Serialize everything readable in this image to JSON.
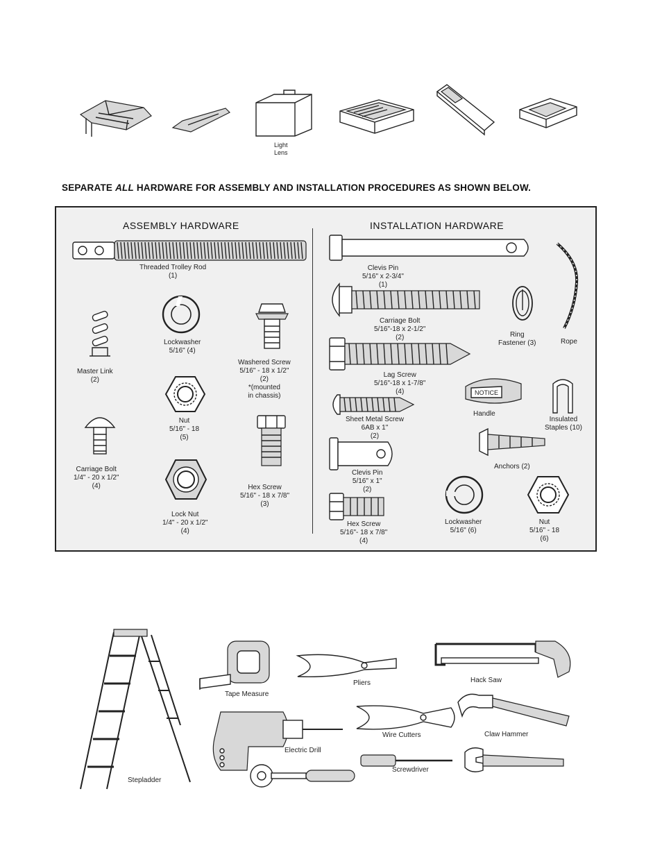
{
  "top_parts": {
    "light_lens": [
      "Light",
      "Lens"
    ]
  },
  "separate_heading": {
    "prefix": "SEPARATE ",
    "emph": "ALL",
    "suffix": " HARDWARE FOR ASSEMBLY AND INSTALLATION PROCEDURES AS SHOWN BELOW."
  },
  "assembly": {
    "title": "ASSEMBLY HARDWARE",
    "trolley_rod": [
      "Threaded Trolley Rod",
      "(1)"
    ],
    "master_link": [
      "Master Link",
      "(2)"
    ],
    "lockwasher": [
      "Lockwasher",
      "5/16\" (4)"
    ],
    "washered_screw": [
      "Washered Screw",
      "5/16\" - 18 x 1/2\"",
      "(2)",
      "*(mounted",
      "in chassis)"
    ],
    "nut": [
      "Nut",
      "5/16\" - 18",
      "(5)"
    ],
    "carriage_bolt": [
      "Carriage Bolt",
      "1/4\" - 20 x 1/2\"",
      "(4)"
    ],
    "hex_screw": [
      "Hex Screw",
      "5/16\" - 18 x 7/8\"",
      "(3)"
    ],
    "lock_nut": [
      "Lock Nut",
      "1/4\" - 20 x 1/2\"",
      "(4)"
    ]
  },
  "installation": {
    "title": "INSTALLATION HARDWARE",
    "clevis_pin_long": [
      "Clevis Pin",
      "5/16\" x 2-3/4\"",
      "(1)"
    ],
    "carriage_bolt": [
      "Carriage Bolt",
      "5/16\"-18 x 2-1/2\"",
      "(2)"
    ],
    "ring_fastener": [
      "Ring",
      "Fastener (3)"
    ],
    "rope": [
      "Rope"
    ],
    "lag_screw": [
      "Lag Screw",
      "5/16\"-18 x 1-7/8\"",
      "(4)"
    ],
    "handle": [
      "Handle"
    ],
    "handle_notice": "NOTICE",
    "insulated_staples": [
      "Insulated",
      "Staples (10)"
    ],
    "sheet_metal_screw": [
      "Sheet Metal Screw",
      "6AB x 1\"",
      "(2)"
    ],
    "anchors": [
      "Anchors (2)"
    ],
    "clevis_pin_short": [
      "Clevis Pin",
      "5/16\" x 1\"",
      "(2)"
    ],
    "hex_screw": [
      "Hex Screw",
      "5/16\"- 18 x 7/8\"",
      "(4)"
    ],
    "lockwasher": [
      "Lockwasher",
      "5/16\" (6)"
    ],
    "nut": [
      "Nut",
      "5/16\" - 18",
      "(6)"
    ]
  },
  "tools": {
    "stepladder": "Stepladder",
    "tape_measure": "Tape Measure",
    "pliers": "Pliers",
    "hack_saw": "Hack Saw",
    "wire_cutters": "Wire Cutters",
    "claw_hammer": "Claw Hammer",
    "electric_drill": "Electric Drill",
    "screwdriver": "Screwdriver"
  }
}
